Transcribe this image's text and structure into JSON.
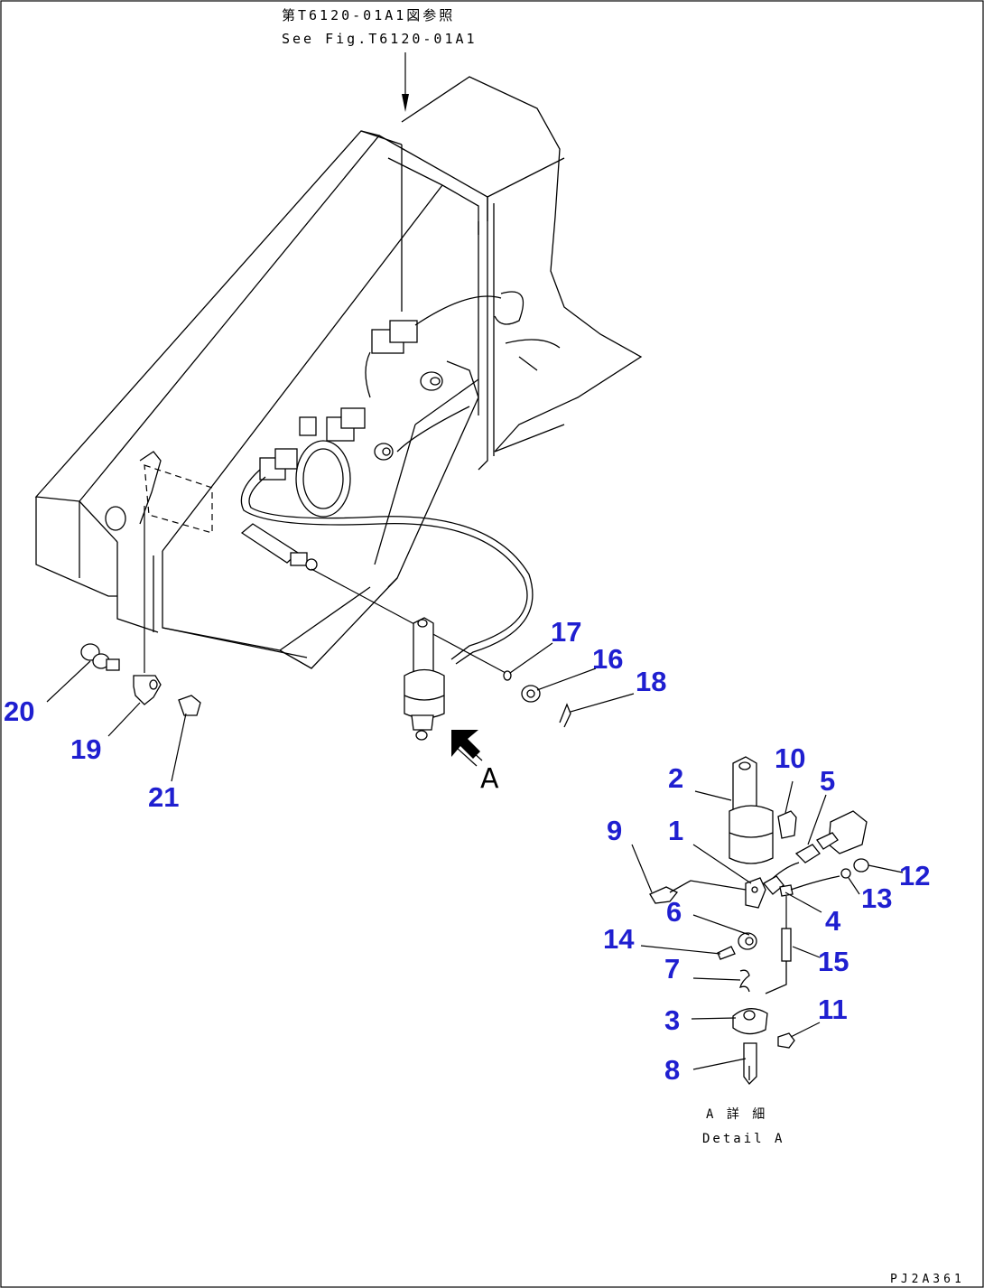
{
  "diagram": {
    "reference_jp": "第T6120-01A1図参照",
    "reference_en": "See Fig.T6120-01A1",
    "view_arrow_label": "A",
    "detail_title_jp": "A 詳 細",
    "detail_title_en": "Detail A",
    "drawing_code": "PJ2A361",
    "callout_color": "#1f1fd0",
    "callouts": [
      {
        "id": "c1",
        "label": "1"
      },
      {
        "id": "c2",
        "label": "2"
      },
      {
        "id": "c3",
        "label": "3"
      },
      {
        "id": "c4",
        "label": "4"
      },
      {
        "id": "c5",
        "label": "5"
      },
      {
        "id": "c6",
        "label": "6"
      },
      {
        "id": "c7",
        "label": "7"
      },
      {
        "id": "c8",
        "label": "8"
      },
      {
        "id": "c9",
        "label": "9"
      },
      {
        "id": "c10",
        "label": "10"
      },
      {
        "id": "c11",
        "label": "11"
      },
      {
        "id": "c12",
        "label": "12"
      },
      {
        "id": "c13",
        "label": "13"
      },
      {
        "id": "c14",
        "label": "14"
      },
      {
        "id": "c15",
        "label": "15"
      },
      {
        "id": "c16",
        "label": "16"
      },
      {
        "id": "c17",
        "label": "17"
      },
      {
        "id": "c18",
        "label": "18"
      },
      {
        "id": "c19",
        "label": "19"
      },
      {
        "id": "c20",
        "label": "20"
      },
      {
        "id": "c21",
        "label": "21"
      }
    ]
  }
}
